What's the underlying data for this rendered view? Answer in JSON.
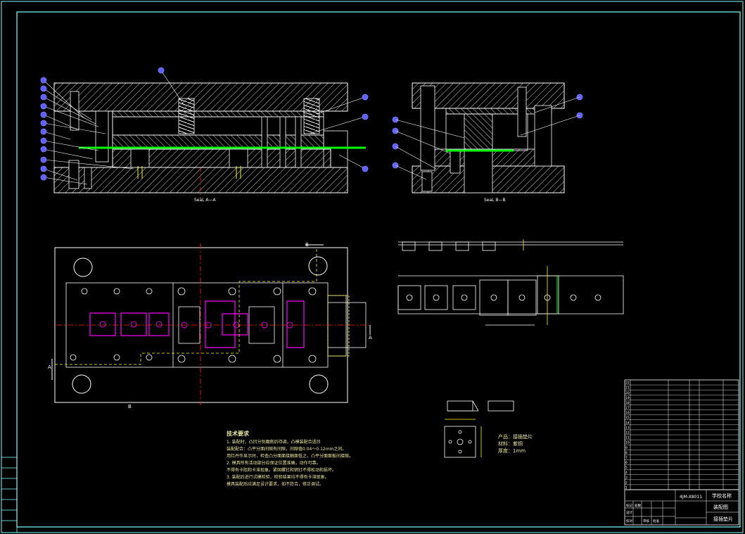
{
  "section_labels": {
    "a_a": "SeaL A—A",
    "b_b": "SeaL B—B"
  },
  "cut_markers": {
    "a_left": "A",
    "a_right": "A",
    "b_top": "B",
    "b_bottom": "B"
  },
  "tech_notes": {
    "title": "技术要求",
    "lines": [
      "1. 装配时，凸凹分别磨削后待调，凸模装配合适凹",
      "装配配合：凸平分面间隙有间隙，间隙值0.04～0.12mm之间。",
      "用红丹作显示时，检查凸分面面接触面低之，凸平分面面板间接隙。",
      "2. 模具所有活动部分应保证位置准确，动作可靠。",
      "不得有卡阻和卡滞现象。紧固螺钉和销钉不得松动和损坏。",
      "3. 装配后进行试模检验，检验结果均不得有卡滞现象。",
      "模具装配后应满足设计要求，如不符合，修正调试。"
    ]
  },
  "part_info": {
    "product": "产品：接插垫片",
    "material": "材料：紫铜",
    "thickness": "厚度：1mm"
  },
  "title_block": {
    "drawing_no": "4JM-X8011",
    "school": "学校名称",
    "drawing_name": "装配图",
    "part_name": "接插垫片"
  },
  "bom": {
    "row_numbers": [
      "22",
      "21",
      "20",
      "19",
      "18",
      "17",
      "16",
      "15",
      "14",
      "13",
      "12",
      "11",
      "10",
      "9",
      "8",
      "7",
      "6",
      "5",
      "4",
      "3",
      "2",
      "1"
    ]
  },
  "revision_block": {
    "labels": [
      "标记",
      "处数",
      "设计",
      "校对",
      "审核",
      "批准"
    ]
  },
  "colors": {
    "background": "#000000",
    "geometry": "#ffffff",
    "border": "#80ffff",
    "strip": "#00ff00",
    "hidden": "#ffff00",
    "centerline": "#ff2020",
    "punch": "#ff00ff",
    "balloon": "#8080ff"
  }
}
